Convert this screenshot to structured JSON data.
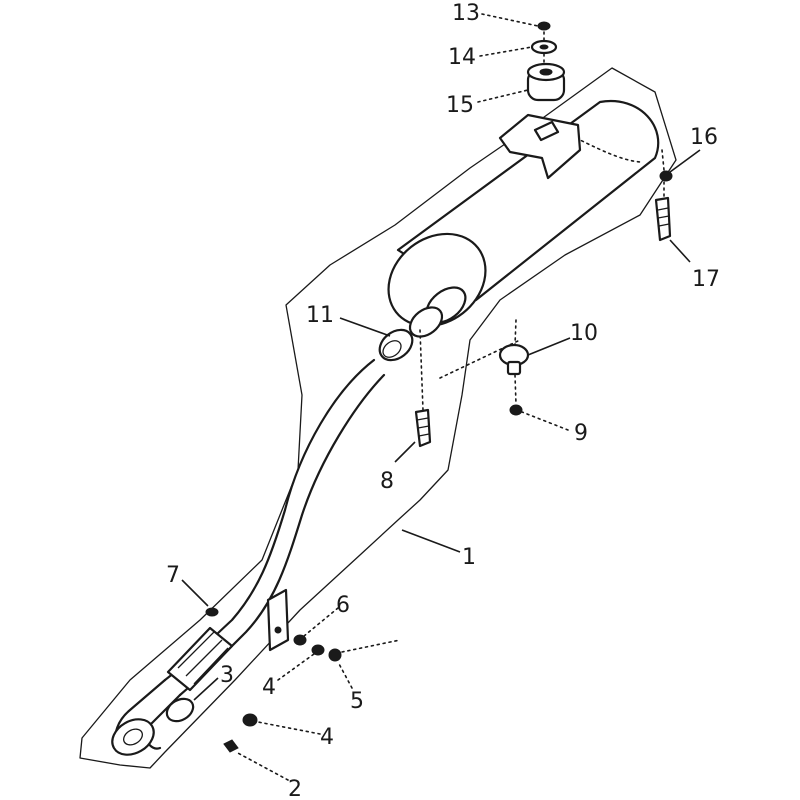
{
  "diagram": {
    "callouts": {
      "c1": "1",
      "c2": "2",
      "c3": "3",
      "c4a": "4",
      "c4b": "4",
      "c5": "5",
      "c6": "6",
      "c7": "7",
      "c8": "8",
      "c9": "9",
      "c10": "10",
      "c11": "11",
      "c13": "13",
      "c14": "14",
      "c15": "15",
      "c16": "16",
      "c17": "17"
    }
  }
}
